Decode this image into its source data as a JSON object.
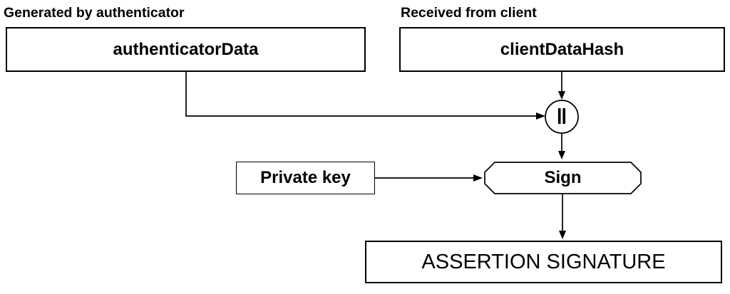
{
  "colors": {
    "ink": "#000000",
    "background": "#ffffff"
  },
  "labels": {
    "generated_by_authenticator": "Generated by authenticator",
    "received_from_client": "Received from client"
  },
  "nodes": {
    "authenticator_data": "authenticatorData",
    "client_data_hash": "clientDataHash",
    "concat_symbol": "‖",
    "private_key": "Private key",
    "sign": "Sign",
    "assertion_signature": "ASSERTION SIGNATURE"
  }
}
